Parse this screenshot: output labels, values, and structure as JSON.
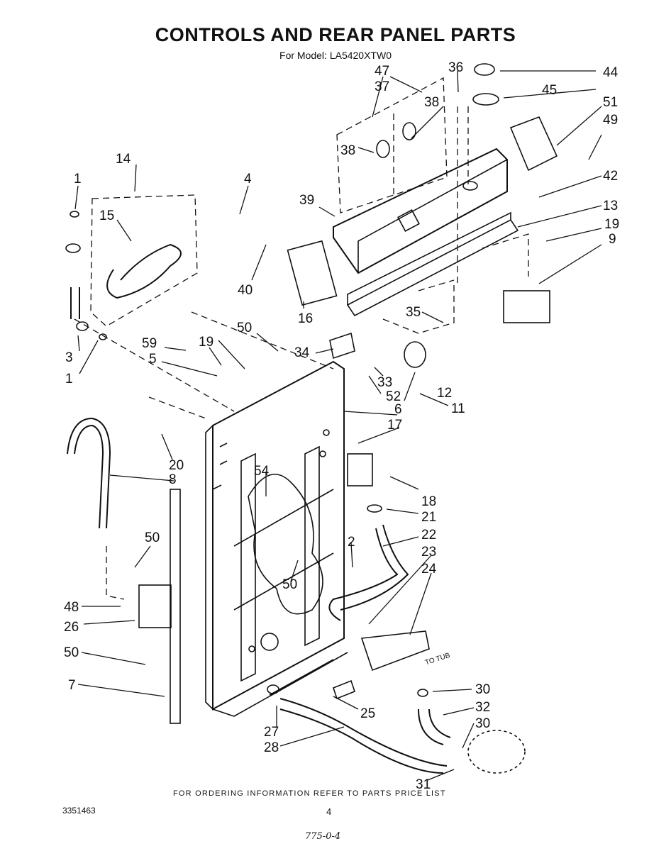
{
  "header": {
    "title": "CONTROLS AND REAR PANEL PARTS",
    "subtitle": "For Model: LA5420XTW0"
  },
  "callouts": [
    {
      "id": "c1a",
      "label": "1"
    },
    {
      "id": "c1b",
      "label": "1"
    },
    {
      "id": "c2",
      "label": "2"
    },
    {
      "id": "c3",
      "label": "3"
    },
    {
      "id": "c4",
      "label": "4"
    },
    {
      "id": "c5",
      "label": "5"
    },
    {
      "id": "c6",
      "label": "6"
    },
    {
      "id": "c7",
      "label": "7"
    },
    {
      "id": "c8",
      "label": "8"
    },
    {
      "id": "c9",
      "label": "9"
    },
    {
      "id": "c11",
      "label": "11"
    },
    {
      "id": "c12",
      "label": "12"
    },
    {
      "id": "c13",
      "label": "13"
    },
    {
      "id": "c14",
      "label": "14"
    },
    {
      "id": "c15",
      "label": "15"
    },
    {
      "id": "c16",
      "label": "16"
    },
    {
      "id": "c17",
      "label": "17"
    },
    {
      "id": "c18",
      "label": "18"
    },
    {
      "id": "c19a",
      "label": "19"
    },
    {
      "id": "c19b",
      "label": "19"
    },
    {
      "id": "c20",
      "label": "20"
    },
    {
      "id": "c21",
      "label": "21"
    },
    {
      "id": "c22",
      "label": "22"
    },
    {
      "id": "c23",
      "label": "23"
    },
    {
      "id": "c24",
      "label": "24"
    },
    {
      "id": "c25",
      "label": "25"
    },
    {
      "id": "c26",
      "label": "26"
    },
    {
      "id": "c27",
      "label": "27"
    },
    {
      "id": "c28",
      "label": "28"
    },
    {
      "id": "c30a",
      "label": "30"
    },
    {
      "id": "c30b",
      "label": "30"
    },
    {
      "id": "c31",
      "label": "31"
    },
    {
      "id": "c32",
      "label": "32"
    },
    {
      "id": "c33",
      "label": "33"
    },
    {
      "id": "c34",
      "label": "34"
    },
    {
      "id": "c35",
      "label": "35"
    },
    {
      "id": "c36",
      "label": "36"
    },
    {
      "id": "c37",
      "label": "37"
    },
    {
      "id": "c38a",
      "label": "38"
    },
    {
      "id": "c38b",
      "label": "38"
    },
    {
      "id": "c39",
      "label": "39"
    },
    {
      "id": "c40",
      "label": "40"
    },
    {
      "id": "c42",
      "label": "42"
    },
    {
      "id": "c44",
      "label": "44"
    },
    {
      "id": "c45",
      "label": "45"
    },
    {
      "id": "c47",
      "label": "47"
    },
    {
      "id": "c48",
      "label": "48"
    },
    {
      "id": "c49",
      "label": "49"
    },
    {
      "id": "c50a",
      "label": "50"
    },
    {
      "id": "c50b",
      "label": "50"
    },
    {
      "id": "c50c",
      "label": "50"
    },
    {
      "id": "c50d",
      "label": "50"
    },
    {
      "id": "c51",
      "label": "51"
    },
    {
      "id": "c52",
      "label": "52"
    },
    {
      "id": "c54",
      "label": "54"
    },
    {
      "id": "c59",
      "label": "59"
    }
  ],
  "tub_note": "TO TUB",
  "footer": {
    "ordering": "FOR ORDERING INFORMATION REFER TO PARTS PRICE LIST",
    "doc_number": "3351463",
    "page": "4",
    "handwritten": "775-0-4"
  }
}
